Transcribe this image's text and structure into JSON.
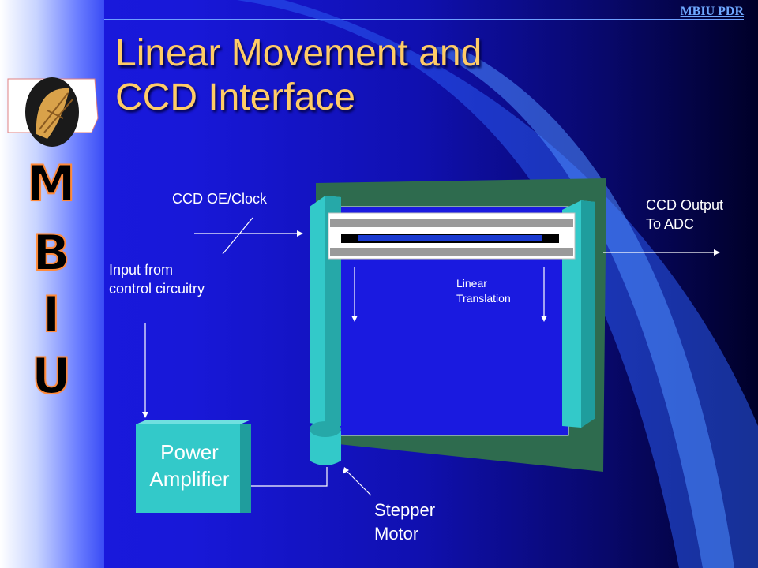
{
  "header": {
    "label": "MBIU PDR"
  },
  "title": {
    "line1": "Linear Movement and",
    "line2": "CCD Interface"
  },
  "sidebar": {
    "letters": [
      "M",
      "B",
      "I",
      "U"
    ]
  },
  "diagram": {
    "ccd_clock_label": "CCD OE/Clock",
    "ccd_output_line1": "CCD Output",
    "ccd_output_line2": "To ADC",
    "input_line1": "Input from",
    "input_line2": "control circuitry",
    "translation_line1": "Linear",
    "translation_line2": "Translation",
    "amp_line1": "Power",
    "amp_line2": "Amplifier",
    "motor_line1": "Stepper",
    "motor_line2": "Motor"
  },
  "colors": {
    "title": "#ffcc66",
    "frame": "#2e6b4e",
    "rail": "#33c9c9",
    "amp": "#33c9c9"
  }
}
